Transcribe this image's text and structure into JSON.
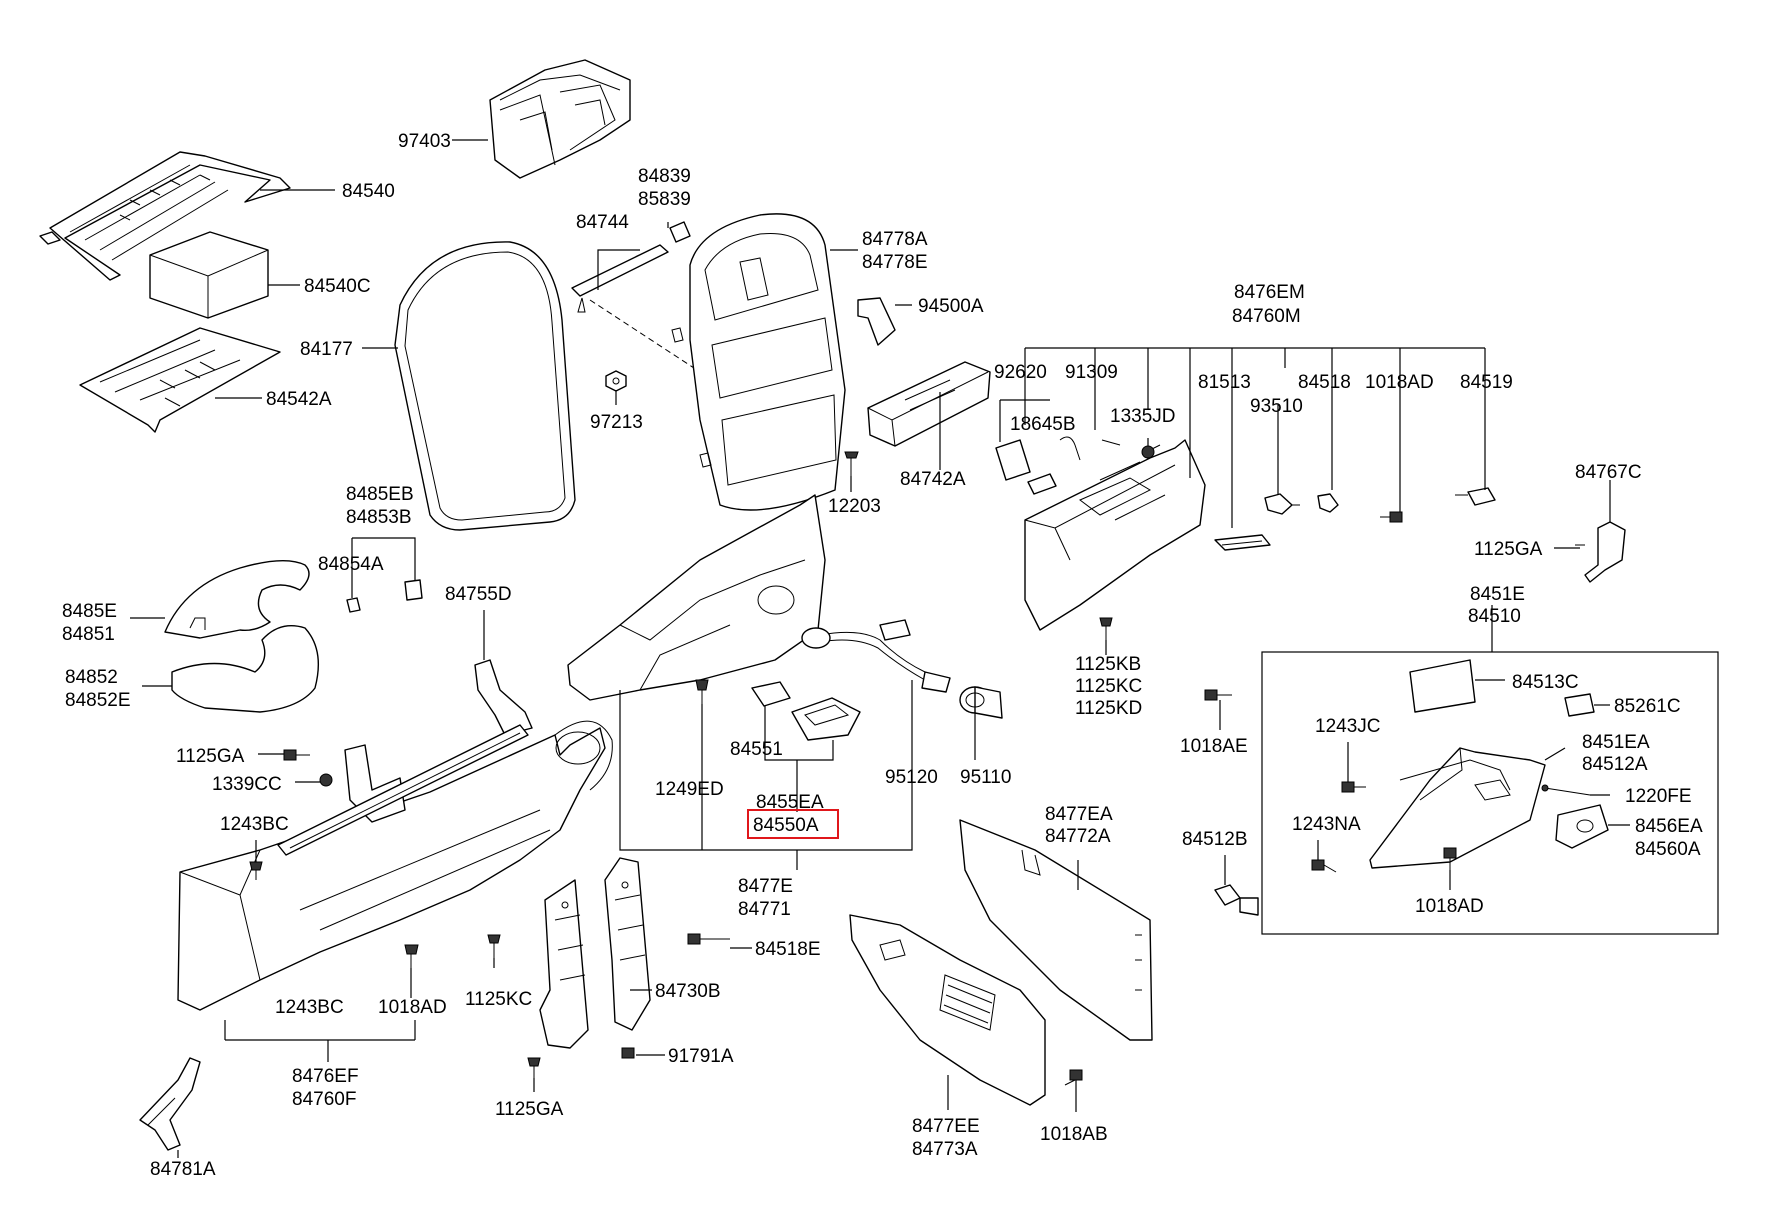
{
  "labels": {
    "l97403": "97403",
    "l84540": "84540",
    "l84540C": "84540C",
    "l84542A": "84542A",
    "l84177": "84177",
    "l84839": "84839",
    "l85839": "85839",
    "l84744": "84744",
    "l97213": "97213",
    "l84778A": "84778A",
    "l84778E": "84778E",
    "l94500A": "94500A",
    "l84742A": "84742A",
    "l12203": "12203",
    "l8476EM": "8476EM",
    "l84760M": "84760M",
    "l92620": "92620",
    "l91309": "91309",
    "l81513": "81513",
    "l84518": "84518",
    "l1018AD_top": "1018AD",
    "l84519": "84519",
    "l18645B": "18645B",
    "l1335JD": "1335JD",
    "l93510": "93510",
    "l84767C": "84767C",
    "l1125GA_r": "1125GA",
    "l8485EB": "8485EB",
    "l84853B": "84853B",
    "l84854A": "84854A",
    "l8485E": "8485E",
    "l84851": "84851",
    "l84852": "84852",
    "l84852E": "84852E",
    "l84755D": "84755D",
    "l1125GA_l": "1125GA",
    "l1339CC": "1339CC",
    "l1243BC_top": "1243BC",
    "l1249ED": "1249ED",
    "l84551": "84551",
    "l8455EA": "8455EA",
    "l84550A": "84550A",
    "l95120": "95120",
    "l95110": "95110",
    "l8477E": "8477E",
    "l84771": "84771",
    "l1125KB": "1125KB",
    "l1125KC_r": "1125KC",
    "l1125KD": "1125KD",
    "l1018AE": "1018AE",
    "l8451E": "8451E",
    "l84510": "84510",
    "l84513C": "84513C",
    "l85261C": "85261C",
    "l1243JC": "1243JC",
    "l8451EA": "8451EA",
    "l84512A": "84512A",
    "l1220FE": "1220FE",
    "l1243NA": "1243NA",
    "l8456EA": "8456EA",
    "l84560A": "84560A",
    "l1018AD_box": "1018AD",
    "l8477EA": "8477EA",
    "l84772A": "84772A",
    "l84512B": "84512B",
    "l84518E": "84518E",
    "l1125KC_l": "1125KC",
    "l84730B": "84730B",
    "l91791A": "91791A",
    "l1125GA_b": "1125GA",
    "l1243BC_bot": "1243BC",
    "l1018AD_bot": "1018AD",
    "l8476EF": "8476EF",
    "l84760F": "84760F",
    "l84781A": "84781A",
    "l8477EE": "8477EE",
    "l84773A": "84773A",
    "l1018AB": "1018AB"
  },
  "highlight": {
    "label": "84550A",
    "color": "#e0171b"
  }
}
